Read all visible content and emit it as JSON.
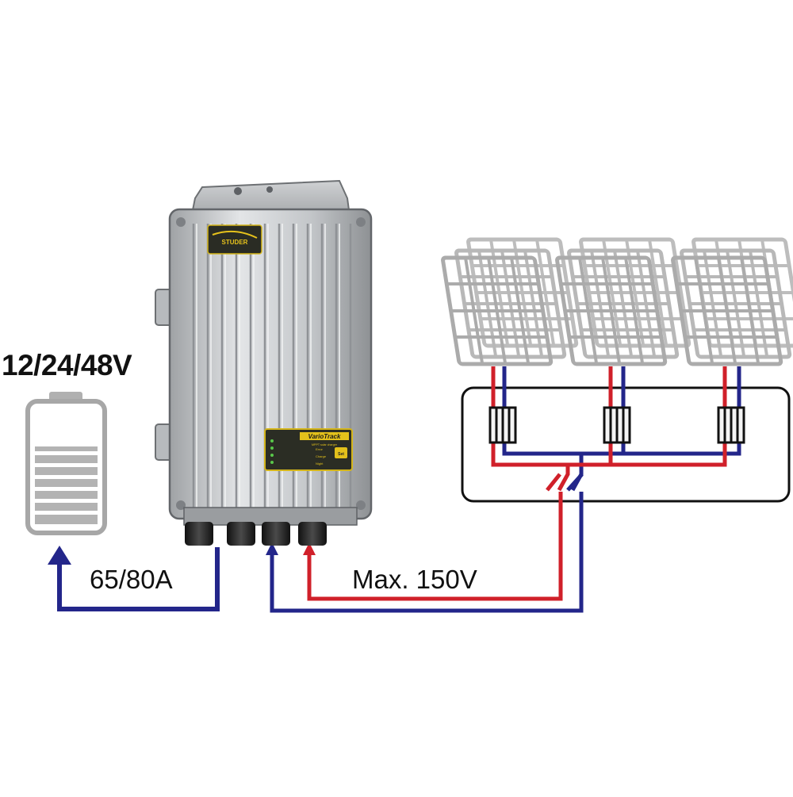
{
  "labels": {
    "battery_voltage": "12/24/48V",
    "charge_current": "65/80A",
    "max_pv_voltage": "Max. 150V"
  },
  "device": {
    "brand": "STUDER",
    "model": "VarioTrack",
    "subtitle": "MPPT solar charger",
    "button": "Set",
    "indicators": [
      "Error",
      "Charge",
      "Night"
    ]
  },
  "colors": {
    "positive_wire": "#d0202a",
    "negative_wire": "#23268a",
    "panel_frame": "#a9a9a9",
    "battery_body": "#a7a7a7",
    "device_body": "#c8cacc"
  }
}
